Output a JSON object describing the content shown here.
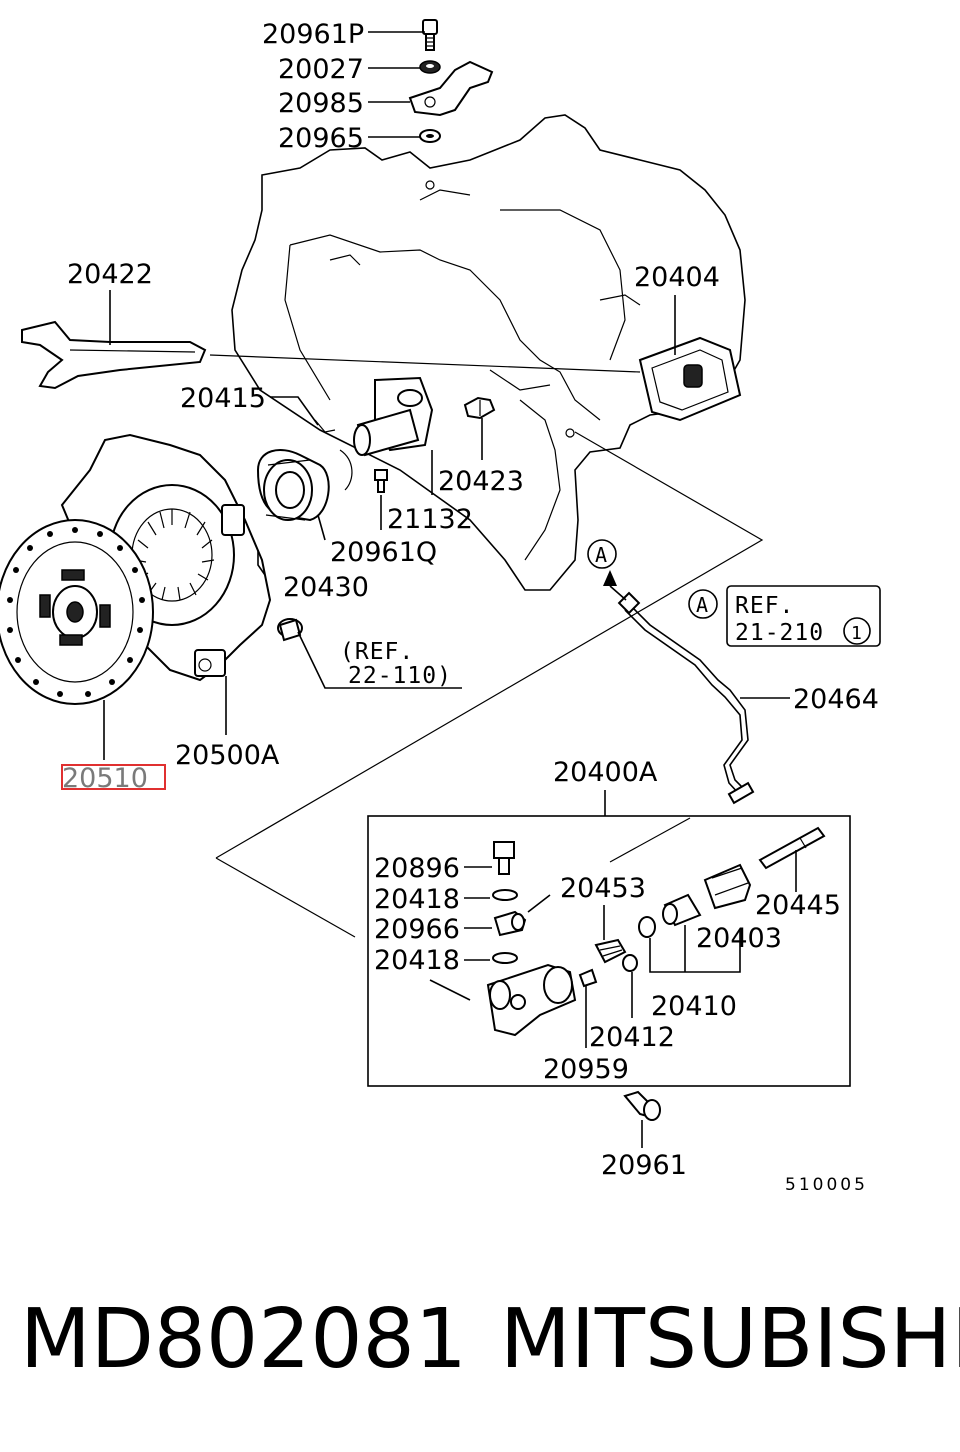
{
  "colors": {
    "highlight_box": "#e03030",
    "line": "#000000",
    "background": "#ffffff"
  },
  "labels": {
    "p20961P": "20961P",
    "p20027": "20027",
    "p20985": "20985",
    "p20965": "20965",
    "p20422": "20422",
    "p20404": "20404",
    "p20415": "20415",
    "p20423": "20423",
    "p21132": "21132",
    "p20961Q": "20961Q",
    "p20430": "20430",
    "p20500A": "20500A",
    "p20510": "20510",
    "p20464": "20464",
    "p20400A": "20400A",
    "p20896": "20896",
    "p20418a": "20418",
    "p20966": "20966",
    "p20418b": "20418",
    "p20453": "20453",
    "p20445": "20445",
    "p20403": "20403",
    "p20410": "20410",
    "p20412": "20412",
    "p20959": "20959",
    "p20961": "20961"
  },
  "refs": {
    "ref_22_line1": "(REF.",
    "ref_22_line2": "22-110)",
    "ref_21_line1": "REF.",
    "ref_21_line2": "21-210",
    "ref_21_circle": "1",
    "marker_a_top": "A",
    "marker_a_box": "A"
  },
  "diagram_code": "510005",
  "footer": {
    "part_number": "MD802081",
    "brand": "MITSUBISHI"
  }
}
